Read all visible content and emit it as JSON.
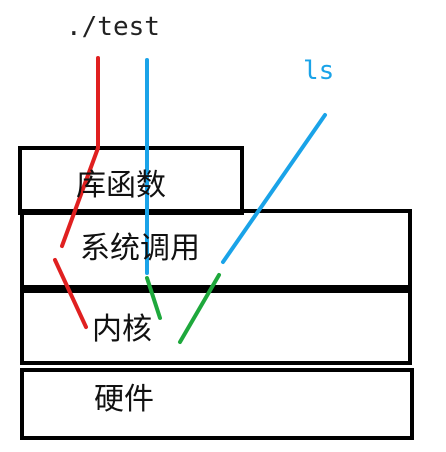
{
  "top_label": "./test",
  "side_label": "ls",
  "layers": {
    "library": "库函数",
    "syscall": "系统调用",
    "kernel": "内核",
    "hardware": "硬件"
  },
  "colors": {
    "box_stroke": "#000000",
    "text": "#111111",
    "red_path": "#e02020",
    "blue_path": "#1aa3e8",
    "green_path": "#1ea83c"
  }
}
